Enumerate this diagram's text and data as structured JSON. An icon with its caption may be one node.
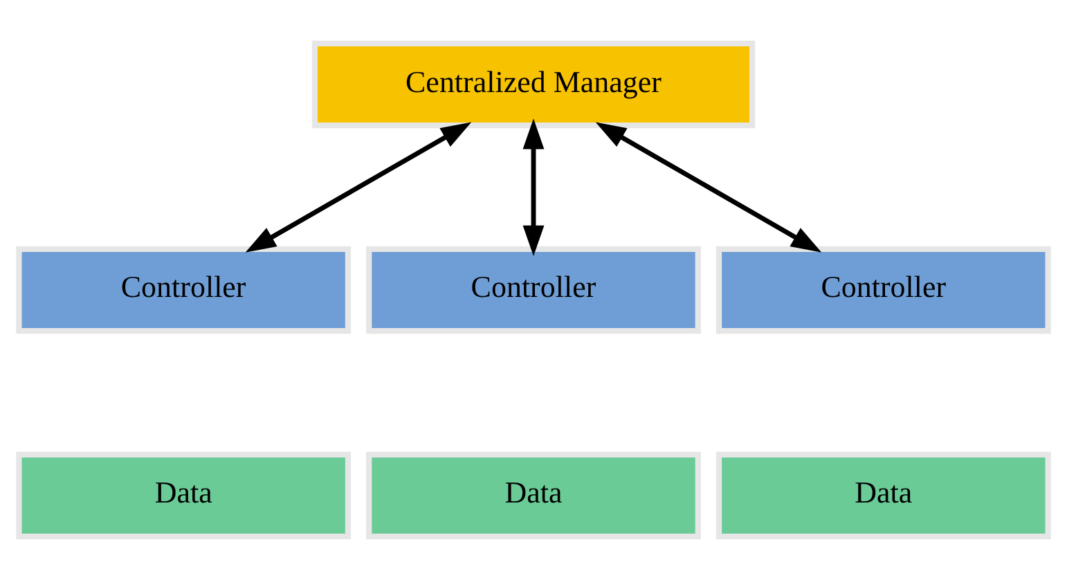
{
  "diagram": {
    "nodes": [
      {
        "text": [
          "Centralized Manager"
        ]
      },
      {
        "text": [
          "Controller"
        ]
      },
      {
        "text": [
          "Controller"
        ]
      },
      {
        "text": [
          "Controller"
        ]
      },
      {
        "text": [
          "Data"
        ]
      },
      {
        "text": [
          "Data"
        ]
      },
      {
        "text": [
          "Data"
        ]
      }
    ],
    "edges": [
      {
        "from": 0,
        "to": 1,
        "arrow": "both"
      },
      {
        "from": 0,
        "to": 2,
        "arrow": "both"
      },
      {
        "from": 0,
        "to": 3,
        "arrow": "both"
      }
    ]
  }
}
